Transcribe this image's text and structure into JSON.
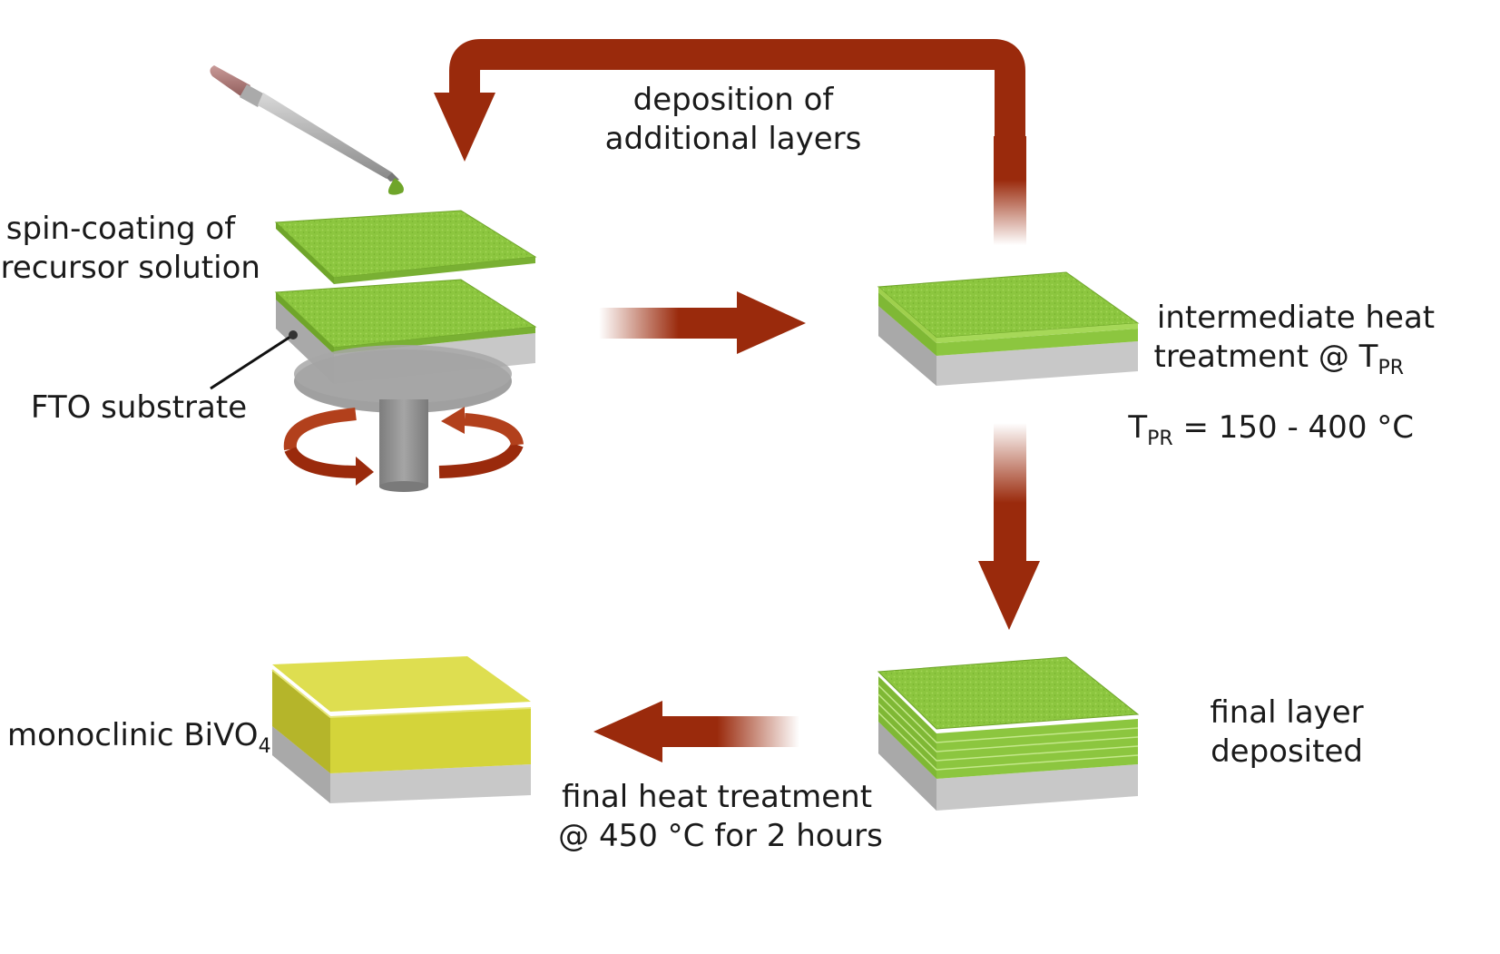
{
  "labels": {
    "deposition_line1": "deposition of",
    "deposition_line2": "additional layers",
    "spin_line1": "spin-coating of",
    "spin_line2": "precursor solution",
    "fto": "FTO substrate",
    "intermediate_line1": "intermediate heat",
    "intermediate_line2_prefix": "treatment @ T",
    "intermediate_sub": "PR",
    "tpr_prefix": "T",
    "tpr_sub": "PR",
    "tpr_value": " = 150 - 400 °C",
    "final_layer_line1": "final layer",
    "final_layer_line2": "deposited",
    "final_heat_line1": "final heat treatment",
    "final_heat_line2": "@ 450 °C for 2 hours",
    "bivo4_prefix": "monoclinic BiVO",
    "bivo4_sub": "4"
  },
  "colors": {
    "arrow": "#9a2a0c",
    "film": "#8cc63f",
    "film_dark": "#6fa52a",
    "substrate": "#c8c8c8",
    "bivo4": "#d4d43a",
    "chuck": "#8f8f8f"
  }
}
